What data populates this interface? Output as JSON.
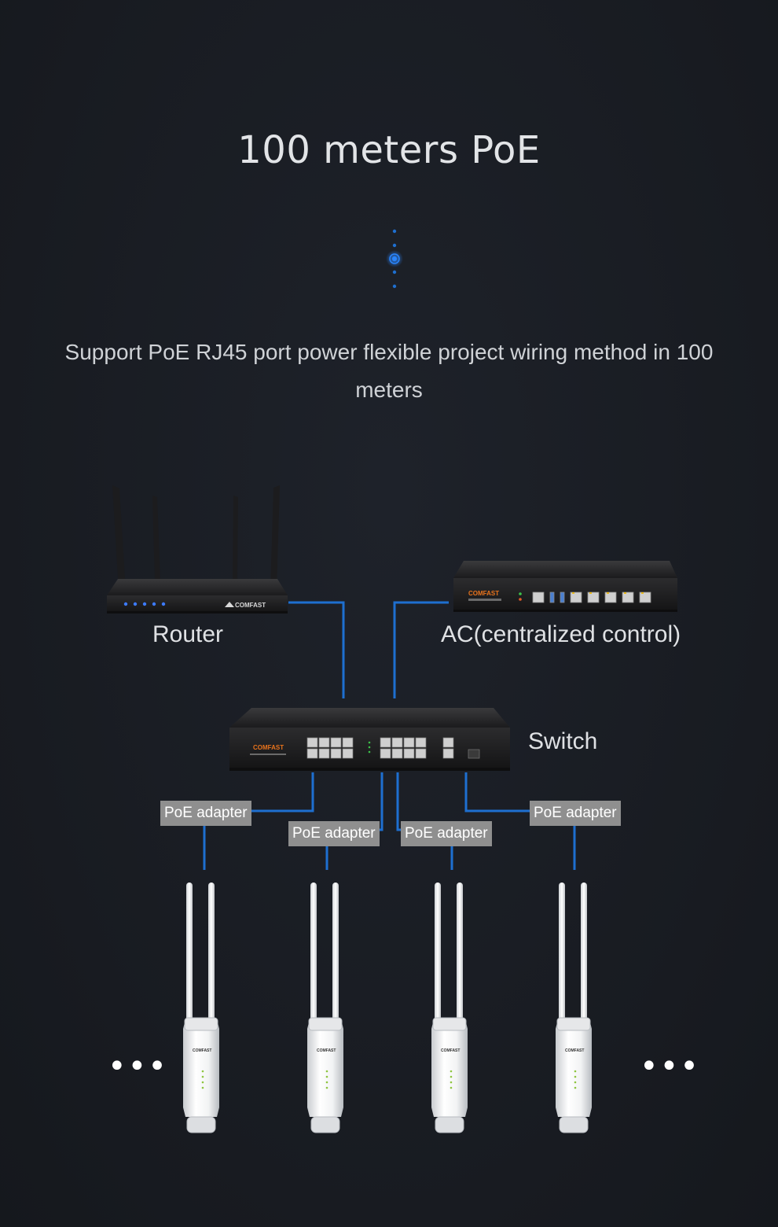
{
  "header": {
    "title": "100 meters PoE",
    "subtitle": "Support PoE RJ45 port power flexible project wiring method in 100 meters"
  },
  "devices": {
    "router": {
      "label": "Router",
      "brand": "COMFAST"
    },
    "ac": {
      "label": "AC(centralized control)",
      "brand": "COMFAST"
    },
    "switch": {
      "label": "Switch",
      "brand": "COMFAST"
    }
  },
  "adapters": [
    "PoE adapter",
    "PoE adapter",
    "PoE adapter",
    "PoE adapter"
  ],
  "access_points": {
    "brand": "COMFAST",
    "count_shown": 4
  },
  "ellipsis": "•••",
  "colors": {
    "background": "#1a1d24",
    "link_line": "#1e6fd0",
    "adapter_bg": "#8f8f8f",
    "accent_dot": "#1e6fd0",
    "brand_orange": "#e8731c"
  }
}
